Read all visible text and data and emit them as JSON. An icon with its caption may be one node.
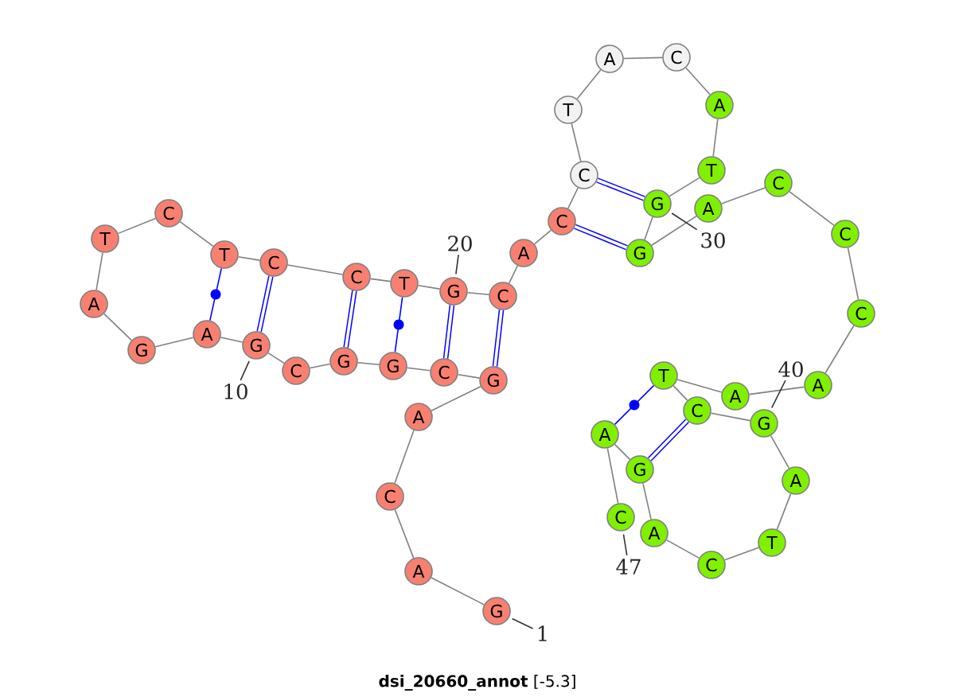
{
  "diagram": {
    "title": "**dsi_20660_annot** [-5.3]",
    "nodes": [
      {
        "text": [
          "G"
        ]
      },
      {
        "text": [
          "A"
        ]
      },
      {
        "text": [
          "C"
        ]
      },
      {
        "text": [
          "A"
        ]
      },
      {
        "text": [
          "G"
        ]
      },
      {
        "text": [
          "C"
        ]
      },
      {
        "text": [
          "G"
        ]
      },
      {
        "text": [
          "G"
        ]
      },
      {
        "text": [
          "C"
        ]
      },
      {
        "text": [
          "G"
        ]
      },
      {
        "text": [
          "A"
        ]
      },
      {
        "text": [
          "G"
        ]
      },
      {
        "text": [
          "A"
        ]
      },
      {
        "text": [
          "T"
        ]
      },
      {
        "text": [
          "C"
        ]
      },
      {
        "text": [
          "T"
        ]
      },
      {
        "text": [
          "C"
        ]
      },
      {
        "text": [
          "C"
        ]
      },
      {
        "text": [
          "T"
        ]
      },
      {
        "text": [
          "G"
        ]
      },
      {
        "text": [
          "C"
        ]
      },
      {
        "text": [
          "A"
        ]
      },
      {
        "text": [
          "C"
        ]
      },
      {
        "text": [
          "C"
        ]
      },
      {
        "text": [
          "T"
        ]
      },
      {
        "text": [
          "A"
        ]
      },
      {
        "text": [
          "C"
        ]
      },
      {
        "text": [
          "A"
        ]
      },
      {
        "text": [
          "T"
        ]
      },
      {
        "text": [
          "G"
        ]
      },
      {
        "text": [
          "G"
        ]
      },
      {
        "text": [
          "A"
        ]
      },
      {
        "text": [
          "C"
        ]
      },
      {
        "text": [
          "C"
        ]
      },
      {
        "text": [
          "C"
        ]
      },
      {
        "text": [
          "A"
        ]
      },
      {
        "text": [
          "A"
        ]
      },
      {
        "text": [
          "T"
        ]
      },
      {
        "text": [
          "C"
        ]
      },
      {
        "text": [
          "G"
        ]
      },
      {
        "text": [
          "A"
        ]
      },
      {
        "text": [
          "T"
        ]
      },
      {
        "text": [
          "C"
        ]
      },
      {
        "text": [
          "A"
        ]
      },
      {
        "text": [
          "G"
        ]
      },
      {
        "text": [
          "A"
        ]
      },
      {
        "text": [
          "C"
        ]
      },
      {
        "text": [
          "1"
        ]
      },
      {
        "text": [
          "10"
        ]
      },
      {
        "text": [
          "20"
        ]
      },
      {
        "text": [
          "30"
        ]
      },
      {
        "text": [
          "40"
        ]
      },
      {
        "text": [
          "47"
        ]
      }
    ],
    "edges": [
      {
        "from": 0,
        "to": 1,
        "arrow": "none"
      },
      {
        "from": 1,
        "to": 2,
        "arrow": "none"
      },
      {
        "from": 2,
        "to": 3,
        "arrow": "none"
      },
      {
        "from": 3,
        "to": 4,
        "arrow": "none"
      },
      {
        "from": 4,
        "to": 5,
        "arrow": "none"
      },
      {
        "from": 5,
        "to": 6,
        "arrow": "none"
      },
      {
        "from": 6,
        "to": 7,
        "arrow": "none"
      },
      {
        "from": 7,
        "to": 8,
        "arrow": "none"
      },
      {
        "from": 8,
        "to": 9,
        "arrow": "none"
      },
      {
        "from": 9,
        "to": 10,
        "arrow": "none"
      },
      {
        "from": 10,
        "to": 11,
        "arrow": "none"
      },
      {
        "from": 11,
        "to": 12,
        "arrow": "none"
      },
      {
        "from": 12,
        "to": 13,
        "arrow": "none"
      },
      {
        "from": 13,
        "to": 14,
        "arrow": "none"
      },
      {
        "from": 14,
        "to": 15,
        "arrow": "none"
      },
      {
        "from": 15,
        "to": 16,
        "arrow": "none"
      },
      {
        "from": 16,
        "to": 17,
        "arrow": "none"
      },
      {
        "from": 17,
        "to": 18,
        "arrow": "none"
      },
      {
        "from": 18,
        "to": 19,
        "arrow": "none"
      },
      {
        "from": 19,
        "to": 20,
        "arrow": "none"
      },
      {
        "from": 20,
        "to": 21,
        "arrow": "none"
      },
      {
        "from": 21,
        "to": 22,
        "arrow": "none"
      },
      {
        "from": 22,
        "to": 23,
        "arrow": "none"
      },
      {
        "from": 23,
        "to": 24,
        "arrow": "none"
      },
      {
        "from": 24,
        "to": 25,
        "arrow": "none"
      },
      {
        "from": 25,
        "to": 26,
        "arrow": "none"
      },
      {
        "from": 26,
        "to": 27,
        "arrow": "none"
      },
      {
        "from": 27,
        "to": 28,
        "arrow": "none"
      },
      {
        "from": 28,
        "to": 29,
        "arrow": "none"
      },
      {
        "from": 29,
        "to": 30,
        "arrow": "none"
      },
      {
        "from": 30,
        "to": 31,
        "arrow": "none"
      },
      {
        "from": 31,
        "to": 32,
        "arrow": "none"
      },
      {
        "from": 32,
        "to": 33,
        "arrow": "none"
      },
      {
        "from": 33,
        "to": 34,
        "arrow": "none"
      },
      {
        "from": 34,
        "to": 35,
        "arrow": "none"
      },
      {
        "from": 35,
        "to": 36,
        "arrow": "none"
      },
      {
        "from": 36,
        "to": 37,
        "arrow": "none"
      },
      {
        "from": 37,
        "to": 38,
        "arrow": "none"
      },
      {
        "from": 38,
        "to": 39,
        "arrow": "none"
      },
      {
        "from": 39,
        "to": 40,
        "arrow": "none"
      },
      {
        "from": 40,
        "to": 41,
        "arrow": "none"
      },
      {
        "from": 41,
        "to": 42,
        "arrow": "none"
      },
      {
        "from": 42,
        "to": 43,
        "arrow": "none"
      },
      {
        "from": 43,
        "to": 44,
        "arrow": "none"
      },
      {
        "from": 44,
        "to": 45,
        "arrow": "none"
      },
      {
        "from": 45,
        "to": 46,
        "arrow": "none"
      },
      {
        "from": 4,
        "to": 20,
        "arrow": "none",
        "style": "thick",
        "color": "#0000ff"
      },
      {
        "from": 5,
        "to": 19,
        "arrow": "none",
        "style": "thick",
        "color": "#0000ff"
      },
      {
        "from": 6,
        "to": 18,
        "arrow": "none",
        "color": "#0000ff"
      },
      {
        "from": 7,
        "to": 17,
        "arrow": "none",
        "style": "thick",
        "color": "#0000ff"
      },
      {
        "from": 9,
        "to": 16,
        "arrow": "none",
        "style": "thick",
        "color": "#0000ff"
      },
      {
        "from": 10,
        "to": 15,
        "arrow": "none",
        "color": "#0000ff"
      },
      {
        "from": 22,
        "to": 30,
        "arrow": "none",
        "style": "thick",
        "color": "#0000ff"
      },
      {
        "from": 23,
        "to": 29,
        "arrow": "none",
        "style": "thick",
        "color": "#0000ff"
      },
      {
        "from": 37,
        "to": 45,
        "arrow": "none",
        "color": "#0000ff"
      },
      {
        "from": 38,
        "to": 44,
        "arrow": "none",
        "style": "thick",
        "color": "#0000ff"
      },
      {
        "from": 47,
        "to": 0,
        "arrow": "none",
        "color": "#333333"
      },
      {
        "from": 48,
        "to": 9,
        "arrow": "none",
        "color": "#333333"
      },
      {
        "from": 49,
        "to": 19,
        "arrow": "none",
        "color": "#333333"
      },
      {
        "from": 50,
        "to": 29,
        "arrow": "none",
        "color": "#333333"
      },
      {
        "from": 51,
        "to": 39,
        "arrow": "none",
        "color": "#333333"
      },
      {
        "from": 52,
        "to": 46,
        "arrow": "none",
        "color": "#333333"
      }
    ]
  }
}
